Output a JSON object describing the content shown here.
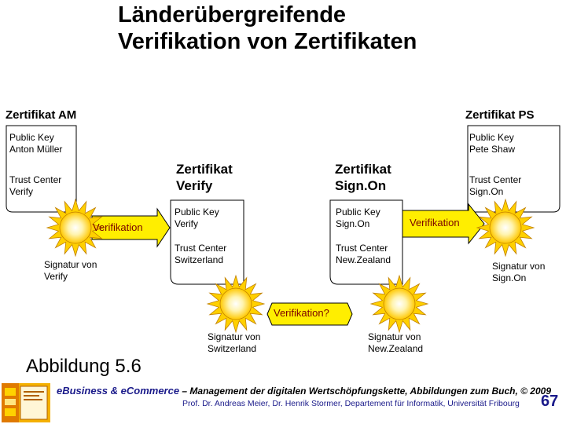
{
  "title": {
    "line1": "Länderübergreifende",
    "line2": "Verifikation von Zertifikaten"
  },
  "headers": {
    "left": "Zertifikat AM",
    "right": "Zertifikat PS"
  },
  "card_am": {
    "public_key": [
      "Public Key",
      "Anton Müller"
    ],
    "trust_center": [
      "Trust Center",
      "Verify"
    ]
  },
  "card_ps": {
    "public_key": [
      "Public Key",
      "Pete Shaw"
    ],
    "trust_center": [
      "Trust Center",
      "Sign.On"
    ]
  },
  "card_verify": {
    "heading": [
      "Zertifikat",
      "Verify"
    ],
    "public_key": [
      "Public Key",
      "Verify"
    ],
    "trust_center": [
      "Trust Center",
      "Switzerland"
    ]
  },
  "card_signon": {
    "heading": [
      "Zertifikat",
      "Sign.On"
    ],
    "public_key": [
      "Public Key",
      "Sign.On"
    ],
    "trust_center": [
      "Trust Center",
      "New.Zealand"
    ]
  },
  "arrows": {
    "left": "Verifikation",
    "right": "Verifikation",
    "center": "Verifikation?"
  },
  "signatures": {
    "verify": [
      "Signatur von",
      "Verify"
    ],
    "signon": [
      "Signatur von",
      "Sign.On"
    ],
    "switzerland": [
      "Signatur von",
      "Switzerland"
    ],
    "newzealand": [
      "Signatur von",
      "New.Zealand"
    ]
  },
  "figure_label": "Abbildung 5.6",
  "footer": {
    "brand": "eBusiness & eCommerce",
    "subtitle": " – Management der digitalen Wertschöpfungskette, Abbildungen zum Buch, © 2009",
    "authors": "Prof. Dr. Andreas Meier, Dr. Henrik Stormer, Departement für Informatik, Universität Fribourg",
    "page": "67"
  },
  "colors": {
    "sun": "#ffd000",
    "sun_center": "#ffffff",
    "arrow": "#ffee00",
    "card_border": "#000000"
  }
}
